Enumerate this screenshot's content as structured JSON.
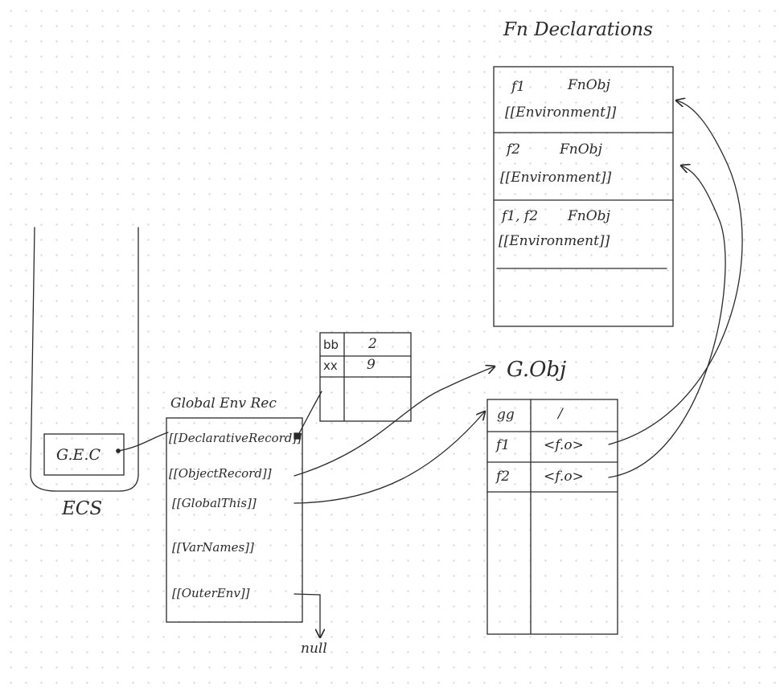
{
  "fn_declarations": {
    "title": "Fn Declarations",
    "rows": [
      {
        "name": "f1",
        "value": "FnObj",
        "env": "[[Environment]]"
      },
      {
        "name": "f2",
        "value": "FnObj",
        "env": "[[Environment]]"
      },
      {
        "name": "f1, f2",
        "value": "FnObj",
        "env": "[[Environment]]"
      }
    ]
  },
  "ecs": {
    "label": "ECS",
    "gec": "G.E.C"
  },
  "global_env_rec": {
    "title": "Global Env Rec",
    "slots": [
      "[[DeclarativeRecord]]",
      "[[ObjectRecord]]",
      "[[GlobalThis]]",
      "[[VarNames]]",
      "[[OuterEnv]]"
    ],
    "outer_target": "null"
  },
  "declarative_table": {
    "rows": [
      [
        "bb",
        "2"
      ],
      [
        "xx",
        "9"
      ]
    ]
  },
  "global_object": {
    "title": "G.Obj",
    "rows": [
      [
        "gg",
        "/"
      ],
      [
        "f1",
        "<f.o>"
      ],
      [
        "f2",
        "<f.o>"
      ]
    ]
  },
  "colors": {
    "ink": "#2a2a2a",
    "grid_dot": "#d6d6d6"
  }
}
